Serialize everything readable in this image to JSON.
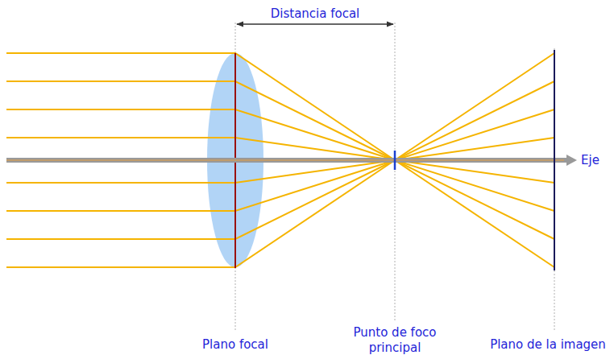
{
  "diagram": {
    "labels": [
      "Distancia focal",
      "Eje",
      "Plano focal",
      "Punto de foco principal",
      "Plano de la imagen"
    ]
  }
}
